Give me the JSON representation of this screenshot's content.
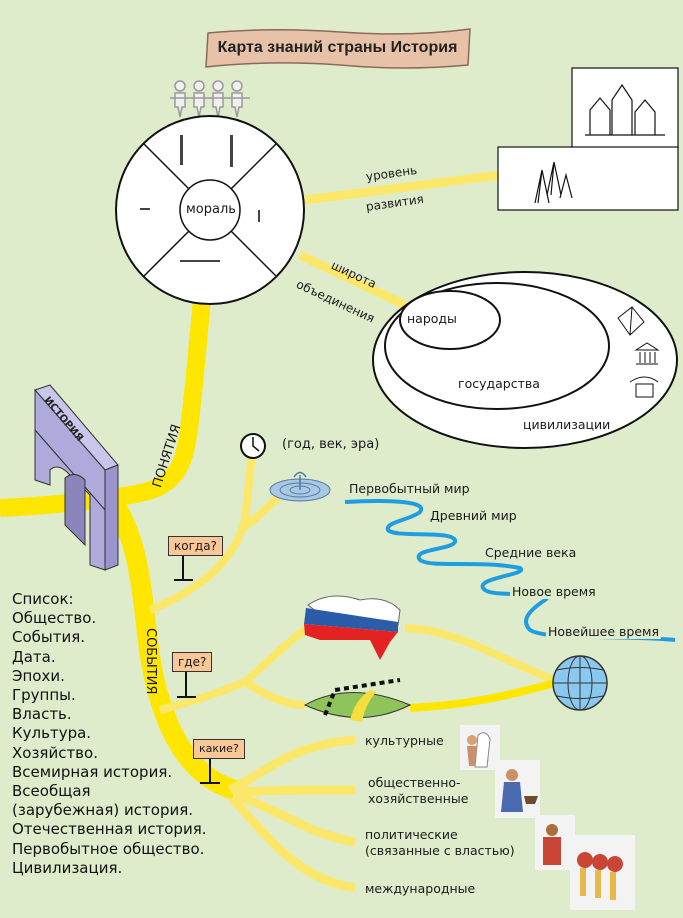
{
  "title": "Карта знаний страны История",
  "arch_label": "ИСТОРИЯ",
  "branches": {
    "concepts": "ПОНЯТИЯ",
    "events": "СОБЫТИЯ"
  },
  "wheel": {
    "center": "мораль"
  },
  "development": {
    "line1": "уровень",
    "line2": "развития"
  },
  "unification": {
    "line1": "широта",
    "line2": "объединения",
    "rings": [
      "народы",
      "государства",
      "цивилизации"
    ]
  },
  "when": {
    "sign": "когда?",
    "clock_text": "(год, век, эра)",
    "eras": [
      "Первобытный мир",
      "Древний мир",
      "Средние века",
      "Новое время",
      "Новейшее время"
    ]
  },
  "where": {
    "sign": "где?"
  },
  "which": {
    "sign": "какие?",
    "types": [
      "культурные",
      "общественно-\nхозяйственные",
      "политические\n(связанные с властью)",
      "международные"
    ]
  },
  "list": {
    "items": [
      "Список:",
      "Общество.",
      "События.",
      "Дата.",
      "Эпохи.",
      "Группы.",
      "Власть.",
      "Культура.",
      "Хозяйство.",
      "Всемирная история.",
      "Всеобщая",
      "(зарубежная) история.",
      "Отечественная история.",
      "Первобытное общество.",
      "Цивилизация."
    ]
  },
  "colors": {
    "background": "#dfeccb",
    "road": "#ffe600",
    "road_light": "#fbe86a",
    "river": "#1e9ee0",
    "sign": "#f9c896",
    "arch": "#aeaadb",
    "banner": "#e8c2a8"
  }
}
